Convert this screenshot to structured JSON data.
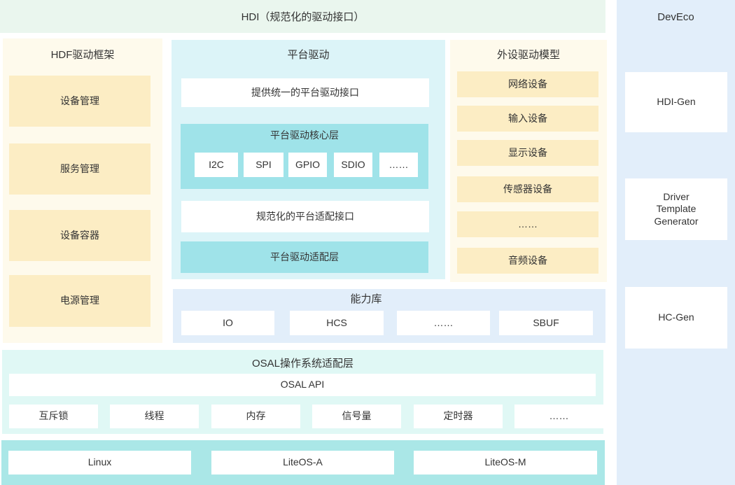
{
  "banner": {
    "title": "HDI（规范化的驱动接口）"
  },
  "hdf": {
    "title": "HDF驱动框架",
    "items": [
      "设备管理",
      "服务管理",
      "设备容器",
      "电源管理"
    ]
  },
  "platform": {
    "title": "平台驱动",
    "unified_api": "提供统一的平台驱动接口",
    "core": {
      "title": "平台驱动核心层",
      "items": [
        "I2C",
        "SPI",
        "GPIO",
        "SDIO",
        "……"
      ]
    },
    "adapt_api": "规范化的平台适配接口",
    "adapt_layer": "平台驱动适配层"
  },
  "peripheral": {
    "title": "外设驱动模型",
    "items": [
      "网络设备",
      "输入设备",
      "显示设备",
      "传感器设备",
      "……",
      "音频设备"
    ]
  },
  "capability": {
    "title": "能力库",
    "items": [
      "IO",
      "HCS",
      "……",
      "SBUF"
    ]
  },
  "osal": {
    "title": "OSAL操作系统适配层",
    "api": "OSAL API",
    "items": [
      "互斥锁",
      "线程",
      "内存",
      "信号量",
      "定时器",
      "……"
    ]
  },
  "kernel": {
    "items": [
      "Linux",
      "LiteOS-A",
      "LiteOS-M"
    ]
  },
  "deveco": {
    "title": "DevEco",
    "tools": [
      "HDI-Gen",
      "Driver Template Generator",
      "HC-Gen"
    ]
  },
  "colors": {
    "banner_bg": "#eaf6ee",
    "cream_bg": "#fefaec",
    "yellow_box": "#fcedc4",
    "cyan_bg": "#dcf4f8",
    "teal_box": "#9fe3e9",
    "blue_bg": "#e2eefa",
    "osal_bg": "#e0f8f5",
    "kernel_bg": "#aae7e7",
    "white_box": "#ffffff",
    "text": "#333333"
  }
}
